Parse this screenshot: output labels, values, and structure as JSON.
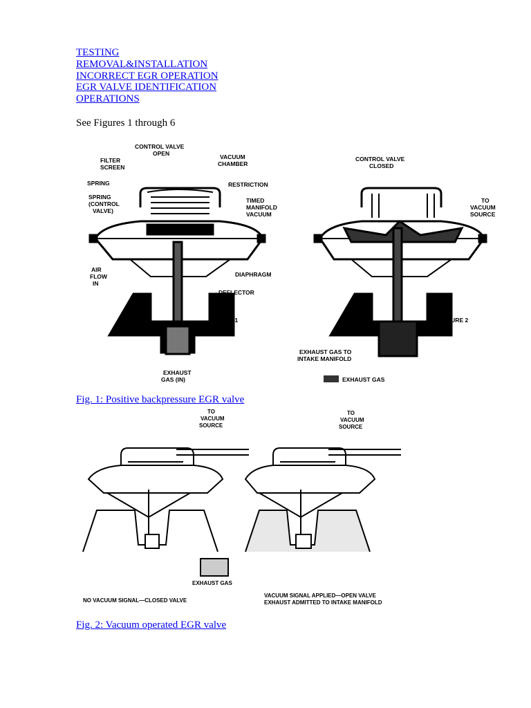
{
  "nav": {
    "links": [
      "TESTING",
      "REMOVAL&INSTALLATION",
      "INCORRECT EGR OPERATION",
      "EGR VALVE IDENTIFICATION",
      "OPERATIONS"
    ]
  },
  "intro": "See Figures 1 through 6",
  "figure1": {
    "labels": {
      "control_valve_open": [
        "CONTROL VALVE",
        "OPEN"
      ],
      "filter_screen": [
        "FILTER",
        "SCREEN"
      ],
      "spring": "SPRING",
      "spring_control": [
        "SPRING",
        "(CONTROL",
        "VALVE)"
      ],
      "vacuum_chamber": [
        "VACUUM",
        "CHAMBER"
      ],
      "restriction": "RESTRICTION",
      "timed_manifold": [
        "TIMED",
        "MANIFOLD",
        "VACUUM"
      ],
      "air_flow": [
        "AIR",
        "FLOW",
        "IN"
      ],
      "diaphragm": "DIAPHRAGM",
      "deflector": "DEFLECTOR",
      "figure1": "FIGURE 1",
      "exhaust_in": [
        "EXHAUST",
        "GAS (IN)"
      ],
      "control_valve_closed": [
        "CONTROL VALVE",
        "CLOSED"
      ],
      "to_vacuum": [
        "TO",
        "VACUUM",
        "SOURCE"
      ],
      "figure2": "FIGURE 2",
      "exhaust_to_intake": [
        "EXHAUST GAS TO",
        "INTAKE MANIFOLD"
      ],
      "legend": "EXHAUST GAS"
    },
    "caption": "Fig. 1: Positive backpressure EGR valve"
  },
  "figure2": {
    "labels": {
      "to_vacuum_left": [
        "TO",
        "VACUUM",
        "SOURCE"
      ],
      "to_vacuum_right": [
        "TO",
        "VACUUM",
        "SOURCE"
      ],
      "exhaust_gas": "EXHAUST GAS",
      "no_vacuum": "NO VACUUM SIGNAL—CLOSED VALVE",
      "vacuum_applied": [
        "VACUUM SIGNAL APPLIED—OPEN VALVE",
        "EXHAUST ADMITTED TO INTAKE MANIFOLD"
      ]
    },
    "caption": "Fig. 2: Vacuum operated EGR valve"
  }
}
